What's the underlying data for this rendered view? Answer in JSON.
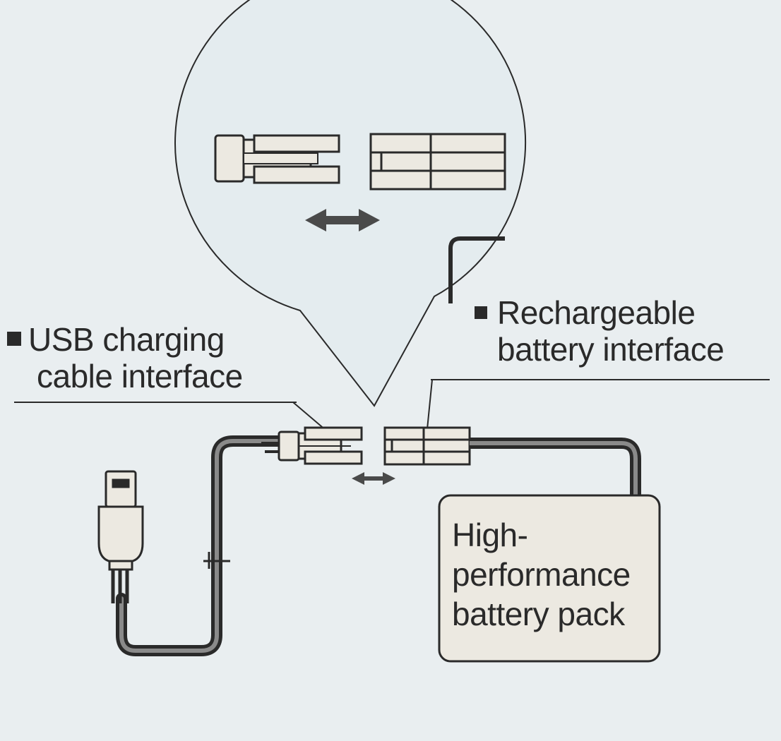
{
  "labels": {
    "usb": [
      "USB charging",
      "cable interface"
    ],
    "battery_interface": [
      "Rechargeable",
      "battery interface"
    ],
    "battery_pack": [
      "High-",
      "performance",
      "battery pack"
    ]
  },
  "colors": {
    "background": "#e9eef0",
    "ink": "#2a2a2a",
    "fill": "#ece9e1",
    "bubble": "#e4ecef"
  },
  "icons": [
    "bidirectional-arrow-icon",
    "square-bullet-icon",
    "usb-plug-icon"
  ]
}
